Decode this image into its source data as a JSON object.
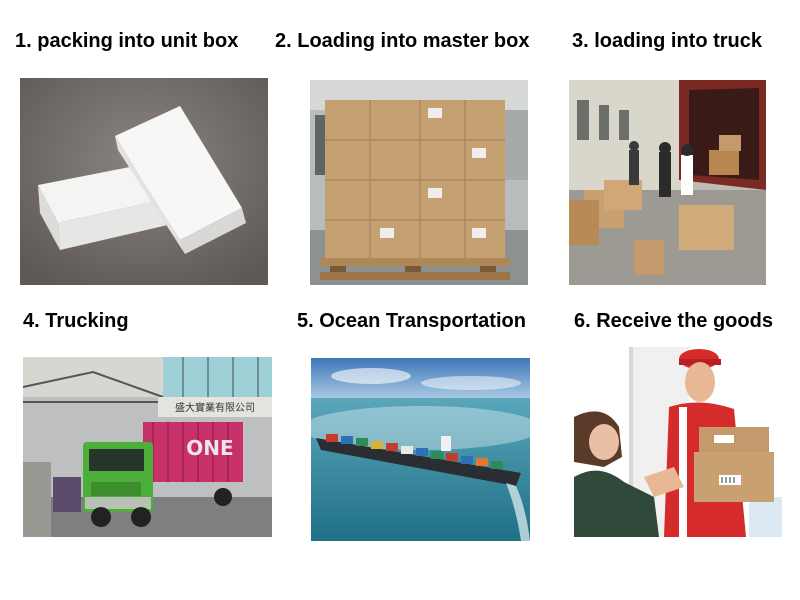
{
  "steps": [
    {
      "title": "1. packing into unit box"
    },
    {
      "title": "2. Loading into master box"
    },
    {
      "title": "3. loading into truck"
    },
    {
      "title": "4. Trucking"
    },
    {
      "title": "5. Ocean Transportation"
    },
    {
      "title": "6. Receive the goods"
    }
  ],
  "photo_text": {
    "container_logo": "ONE",
    "building_sign": "盛大實業有限公司"
  },
  "colors": {
    "text": "#000000",
    "background": "#ffffff",
    "cardboard": "#c49a6c",
    "truck_green": "#4caf3a",
    "container_magenta": "#c8306a",
    "ocean": "#2f8fa8",
    "red_vest": "#d62b2b"
  }
}
